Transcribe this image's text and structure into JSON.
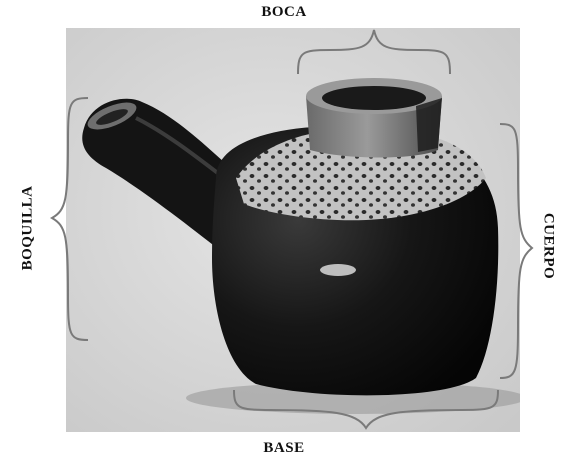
{
  "labels": {
    "top": "BOCA",
    "left": "BOQUILLA",
    "right": "CUERPO",
    "bottom": "BASE"
  },
  "colors": {
    "background": "#d8d8d8",
    "glaze": "#141414",
    "speckle_band": "#bdbdbd",
    "bracket": "#7a7a7a"
  }
}
